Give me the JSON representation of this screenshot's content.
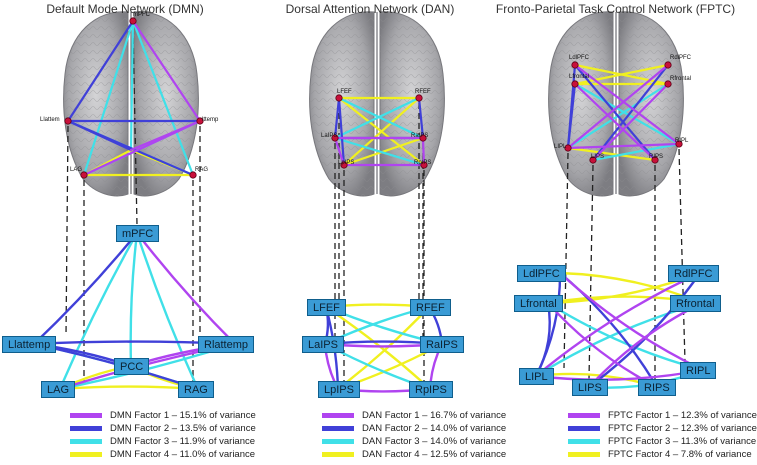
{
  "colors": {
    "factor1": "#b044f0",
    "factor2": "#4040d8",
    "factor3": "#40e0e8",
    "factor4": "#f0f020",
    "node_fill": "#3a9bd5",
    "node_border": "#0f5e8c",
    "brain": "#a9a9ad"
  },
  "icons": {
    "brain": "brain-axial-view-icon"
  },
  "panels": [
    {
      "title": "Default Mode Network (DMN)",
      "nodes": [
        "mPFC",
        "Llattemp",
        "PCC",
        "Rlattemp",
        "LAG",
        "RAG"
      ],
      "brain_labels": [
        "mPFC",
        "Llattem",
        "lttemp",
        "LAG",
        "RAG"
      ],
      "legend": [
        "DMN Factor 1 – 15.1% of variance",
        "DMN Factor 2 – 13.5% of variance",
        "DMN Factor 3 – 11.9% of variance",
        "DMN Factor 4 – 11.0% of variance"
      ]
    },
    {
      "title": "Dorsal Attention Network (DAN)",
      "nodes": [
        "LFEF",
        "RFEF",
        "LaIPS",
        "RaIPS",
        "LpIPS",
        "RpIPS"
      ],
      "brain_labels": [
        "LFEF",
        "RFEF",
        "LaIPS",
        "RaIPS",
        "LpIPS",
        "RpIPS"
      ],
      "legend": [
        "DAN Factor 1 – 16.7% of variance",
        "DAN Factor 2 – 14.0% of variance",
        "DAN Factor 3 – 14.0% of variance",
        "DAN Factor 4 – 12.5% of variance"
      ]
    },
    {
      "title": "Fronto-Parietal Task Control Network (FPTC)",
      "nodes": [
        "LdlPFC",
        "RdlPFC",
        "Lfrontal",
        "Rfrontal",
        "LIPL",
        "RIPL",
        "LIPS",
        "RIPS"
      ],
      "brain_labels": [
        "LdlPFC",
        "RdlPFC",
        "Lfrontal",
        "Rfrontal",
        "LIPL",
        "RIPL",
        "LIPS",
        "RIPS"
      ],
      "legend": [
        "FPTC Factor 1 – 12.3% of variance",
        "FPTC Factor 2 – 12.3% of variance",
        "FPTC Factor 3 – 11.3% of variance",
        "FPTC Factor 4 – 7.8% of variance"
      ]
    }
  ],
  "networks": [
    {
      "edges": [
        [
          "mPFC",
          "PCC",
          3
        ],
        [
          "mPFC",
          "LAG",
          3
        ],
        [
          "mPFC",
          "RAG",
          3
        ],
        [
          "mPFC",
          "Llattemp",
          2
        ],
        [
          "mPFC",
          "Rlattemp",
          1
        ],
        [
          "Llattemp",
          "Rlattemp",
          2
        ],
        [
          "Llattemp",
          "RAG",
          2
        ],
        [
          "Llattemp",
          "PCC",
          2
        ],
        [
          "Rlattemp",
          "LAG",
          1
        ],
        [
          "Rlattemp",
          "PCC",
          1
        ],
        [
          "LAG",
          "RAG",
          4
        ],
        [
          "LAG",
          "PCC",
          4
        ],
        [
          "RAG",
          "PCC",
          4
        ],
        [
          "LAG",
          "Rlattemp",
          3
        ],
        [
          "RAG",
          "Llattemp",
          3
        ]
      ]
    },
    {
      "edges": [
        [
          "LFEF",
          "RFEF",
          4
        ],
        [
          "LFEF",
          "RpIPS",
          4
        ],
        [
          "RFEF",
          "LpIPS",
          4
        ],
        [
          "RaIPS",
          "LpIPS",
          4
        ],
        [
          "LFEF",
          "LaIPS",
          2
        ],
        [
          "LFEF",
          "LpIPS",
          2
        ],
        [
          "RFEF",
          "RaIPS",
          2
        ],
        [
          "LaIPS",
          "RaIPS",
          2
        ],
        [
          "LFEF",
          "RaIPS",
          3
        ],
        [
          "RFEF",
          "LaIPS",
          3
        ],
        [
          "LaIPS",
          "RpIPS",
          3
        ],
        [
          "LaIPS",
          "LpIPS",
          1
        ],
        [
          "RaIPS",
          "RpIPS",
          1
        ],
        [
          "LpIPS",
          "RpIPS",
          1
        ],
        [
          "LaIPS",
          "RaIPS",
          1
        ]
      ]
    },
    {
      "edges": [
        [
          "LdlPFC",
          "RIPL",
          1
        ],
        [
          "RdlPFC",
          "LIPL",
          1
        ],
        [
          "Lfrontal",
          "RIPS",
          1
        ],
        [
          "Rfrontal",
          "LIPS",
          1
        ],
        [
          "LIPL",
          "RIPL",
          1
        ],
        [
          "LdlPFC",
          "LIPL",
          2
        ],
        [
          "Lfrontal",
          "LIPL",
          2
        ],
        [
          "RdlPFC",
          "LIPS",
          2
        ],
        [
          "LdlPFC",
          "RIPS",
          2
        ],
        [
          "Lfrontal",
          "RIPL",
          3
        ],
        [
          "Rfrontal",
          "LIPL",
          3
        ],
        [
          "LIPS",
          "RIPL",
          3
        ],
        [
          "LdlPFC",
          "Rfrontal",
          4
        ],
        [
          "Lfrontal",
          "Rfrontal",
          4
        ],
        [
          "RdlPFC",
          "Lfrontal",
          4
        ],
        [
          "LIPL",
          "RIPS",
          4
        ]
      ]
    }
  ]
}
